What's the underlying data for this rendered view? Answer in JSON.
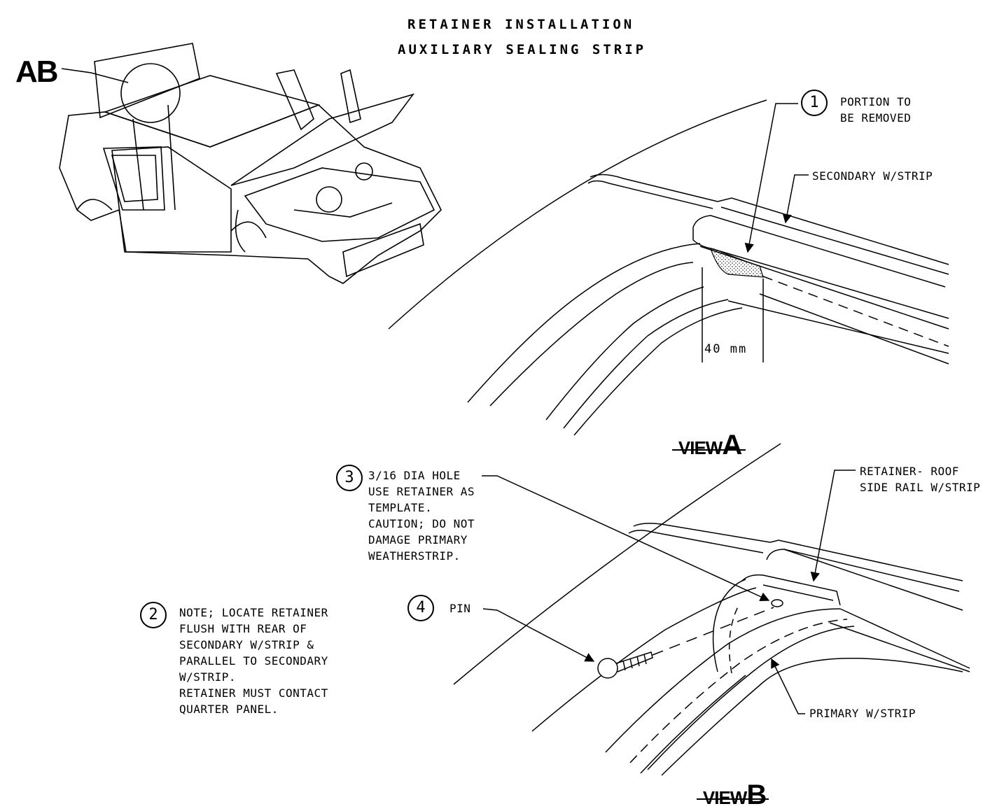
{
  "title": {
    "line1": "RETAINER INSTALLATION",
    "line2": "AUXILIARY SEALING STRIP"
  },
  "overview": {
    "ref_label": "AB"
  },
  "view_a": {
    "caption_word": "VIEW",
    "caption_letter": "A",
    "callout1": {
      "number": "1",
      "text": "PORTION TO\nBE REMOVED"
    },
    "secondary_label": "SECONDARY W/STRIP",
    "dimension": "40 mm"
  },
  "view_b": {
    "caption_word": "VIEW",
    "caption_letter": "B",
    "callout3": {
      "number": "3",
      "text": "3/16 DIA HOLE\nUSE RETAINER AS\nTEMPLATE.\nCAUTION; DO NOT\nDAMAGE PRIMARY\nWEATHERSTRIP."
    },
    "callout4": {
      "number": "4",
      "text": "PIN"
    },
    "retainer_label": "RETAINER- ROOF\nSIDE RAIL W/STRIP",
    "primary_label": "PRIMARY W/STRIP"
  },
  "note2": {
    "number": "2",
    "text": "NOTE; LOCATE RETAINER\nFLUSH WITH REAR OF\nSECONDARY W/STRIP &\nPARALLEL TO SECONDARY\nW/STRIP.\nRETAINER MUST CONTACT\nQUARTER PANEL."
  }
}
